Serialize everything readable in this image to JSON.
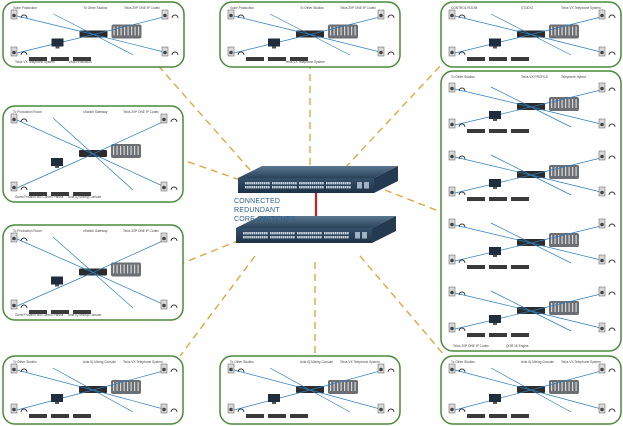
{
  "core": {
    "label_lines": [
      "CONNECTED",
      "REDUNDANT",
      "CORE SWITCHES"
    ],
    "link_color": "#cc1f1f",
    "switch_color": "#2f4b66"
  },
  "colors": {
    "panel_border": "#4a8a3a",
    "spoke": "#e3a640",
    "network_line": "#2f7ec0"
  },
  "panels": [
    {
      "name": "panel-top-left",
      "labels": [
        "Voice Production",
        "To Other Studios",
        "Telos Z/IP ONE IP Codec",
        "Vista Production",
        "Telos VX Telephone System"
      ]
    },
    {
      "name": "panel-top-center",
      "labels": [
        "Voice Production",
        "To Other Studios",
        "Telos Z/IP ONE IP Codec",
        "Telos VX Telephone System"
      ]
    },
    {
      "name": "panel-top-right",
      "labels": [
        "CONTROL ROOM",
        "STUDIO",
        "Telos VX Telephone System"
      ]
    },
    {
      "name": "panel-mid-left-upper",
      "labels": [
        "To Production Room",
        "xSwitch Gateway",
        "Telos Z/IP ONE IP Codec",
        "Axia IQ Mixing Console",
        "Guest Position Mic Control Panels"
      ]
    },
    {
      "name": "panel-mid-left-lower",
      "labels": [
        "To Production Room",
        "xSwitch Gateway",
        "Telos Z/IP ONE IP Codec",
        "Axia IQ Mixing Console",
        "Guest Position Mic Control Panels"
      ]
    },
    {
      "name": "panel-right-tall",
      "labels": [
        "To Other Studios",
        "Telos VX PROFILE",
        "Telephone Hybrid",
        "QOR.16 Engine",
        "Telos Z/IP ONE IP Codec"
      ]
    },
    {
      "name": "panel-bottom-left",
      "labels": [
        "To Other Studios",
        "Axia iQ Mixing Console",
        "Telos VX Telephone System"
      ]
    },
    {
      "name": "panel-bottom-center",
      "labels": [
        "To Other Studios",
        "Axia iQ Mixing Console",
        "Telos VX Telephone System"
      ]
    },
    {
      "name": "panel-bottom-right",
      "labels": [
        "To Other Studios",
        "Axia iQ Mixing Console",
        "Telos VX Telephone System"
      ]
    }
  ]
}
